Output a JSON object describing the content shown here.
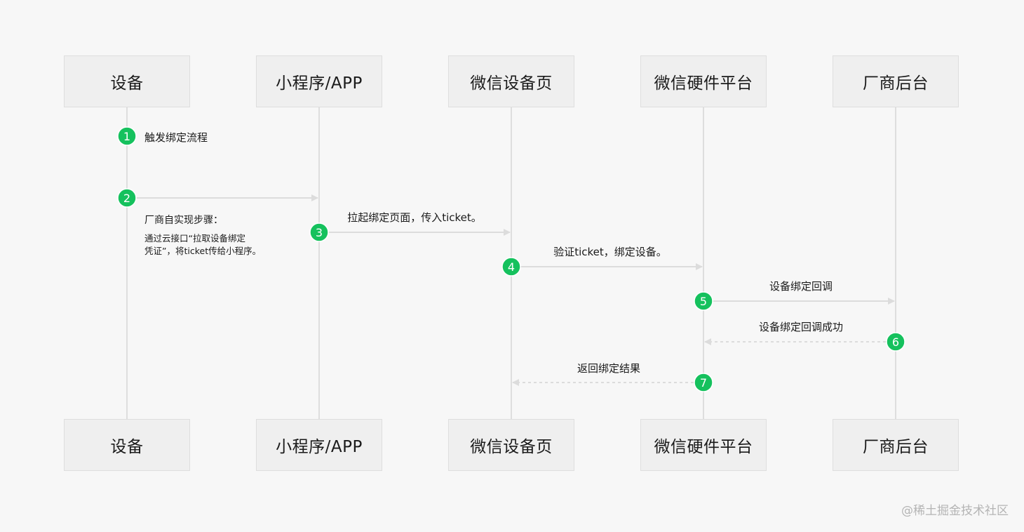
{
  "actors": [
    "设备",
    "小程序/APP",
    "微信设备页",
    "微信硬件平台",
    "厂商后台"
  ],
  "colors": {
    "step_circle": "#15c15d",
    "lifeline": "#dedede",
    "arrow": "#dcdcdc",
    "actor_box": "#efefef",
    "background": "#f7f7f7"
  },
  "steps": [
    {
      "num": "1",
      "from": 0,
      "to": null,
      "label": "触发绑定流程",
      "style": "none"
    },
    {
      "num": "2",
      "from": 0,
      "to": 1,
      "label": "",
      "style": "solid"
    },
    {
      "num": "3",
      "from": 1,
      "to": 2,
      "label": "拉起绑定页面，传入ticket。",
      "style": "solid"
    },
    {
      "num": "4",
      "from": 2,
      "to": 3,
      "label": "验证ticket，绑定设备。",
      "style": "solid"
    },
    {
      "num": "5",
      "from": 3,
      "to": 4,
      "label": "设备绑定回调",
      "style": "solid"
    },
    {
      "num": "6",
      "from": 4,
      "to": 3,
      "label": "设备绑定回调成功",
      "style": "dashed"
    },
    {
      "num": "7",
      "from": 3,
      "to": 2,
      "label": "返回绑定结果",
      "style": "dashed"
    }
  ],
  "note": {
    "title": "厂商自实现步骤：",
    "lines": [
      "通过云接口“拉取设备绑定",
      "凭证”，将ticket传给小程序。"
    ]
  },
  "watermark": "@稀土掘金技术社区"
}
